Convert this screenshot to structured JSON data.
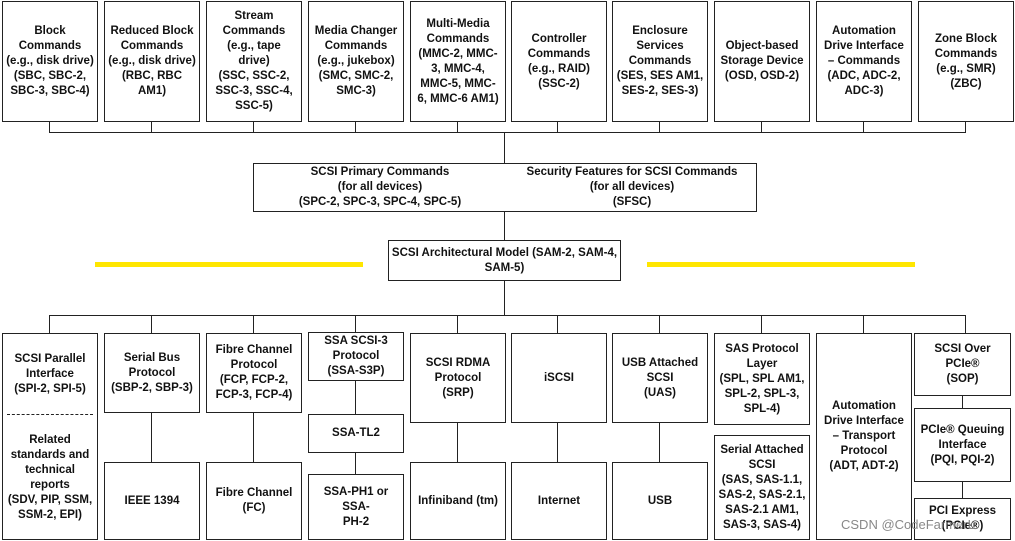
{
  "top_row": [
    "Block\nCommands\n(e.g., disk drive)\n(SBC, SBC-2,\nSBC-3, SBC-4)",
    "Reduced Block\nCommands\n(e.g., disk drive)\n(RBC, RBC AM1)",
    "Stream\nCommands\n(e.g., tape\ndrive)\n(SSC, SSC-2,\nSSC-3, SSC-4,\nSSC-5)",
    "Media Changer\nCommands\n(e.g., jukebox)\n(SMC, SMC-2,\nSMC-3)",
    "Multi-Media\nCommands\n(MMC-2, MMC-\n3, MMC-4,\nMMC-5, MMC-\n6, MMC-6 AM1)",
    "Controller\nCommands\n(e.g., RAID)\n(SSC-2)",
    "Enclosure\nServices\nCommands\n(SES, SES AM1,\nSES-2, SES-3)",
    "Object-based\nStorage Device\n(OSD, OSD-2)",
    "Automation\nDrive Interface\n– Commands\n(ADC, ADC-2,\nADC-3)",
    "Zone Block\nCommands\n(e.g., SMR)\n(ZBC)"
  ],
  "middle": {
    "primary": "SCSI Primary Commands\n(for all devices)\n(SPC-2, SPC-3, SPC-4, SPC-5)",
    "security": "Security Features for SCSI Commands\n(for all devices)\n(SFSC)",
    "architecture": "SCSI Architectural Model (SAM-2, SAM-4,\nSAM-5)"
  },
  "protocols": {
    "parallel": "SCSI Parallel\nInterface\n(SPI-2, SPI-5)",
    "related": "Related\nstandards and\ntechnical\nreports\n(SDV, PIP, SSM,\nSSM-2, EPI)",
    "sbp": "Serial Bus\nProtocol\n(SBP-2, SBP-3)",
    "ieee1394": "IEEE 1394",
    "fcp": "Fibre Channel\nProtocol\n(FCP, FCP-2,\nFCP-3, FCP-4)",
    "fc": "Fibre Channel\n(FC)",
    "ssa_s3p": "SSA SCSI-3\nProtocol\n(SSA-S3P)",
    "ssa_tl2": "SSA-TL2",
    "ssa_ph": "SSA-PH1 or SSA-\nPH-2",
    "srp": "SCSI RDMA\nProtocol\n(SRP)",
    "infiniband": "Infiniband (tm)",
    "iscsi": "iSCSI",
    "internet": "Internet",
    "uas": "USB Attached\nSCSI\n(UAS)",
    "usb": "USB",
    "spl": "SAS Protocol\nLayer\n(SPL, SPL AM1,\nSPL-2, SPL-3,\nSPL-4)",
    "sas": "Serial Attached\nSCSI\n(SAS, SAS-1.1,\nSAS-2, SAS-2.1,\nSAS-2.1 AM1,\nSAS-3, SAS-4)",
    "adt": "Automation\nDrive Interface\n– Transport\nProtocol\n(ADT, ADT-2)",
    "sop": "SCSI Over PCIe®\n(SOP)",
    "pqi": "PCIe® Queuing\nInterface\n(PQI, PQI-2)",
    "pcie": "PCI Express\n(PCIe®)"
  },
  "watermark": "CSDN @CodeFarmerL",
  "colors": {
    "highlight": "#ffe600",
    "border": "#222222"
  }
}
